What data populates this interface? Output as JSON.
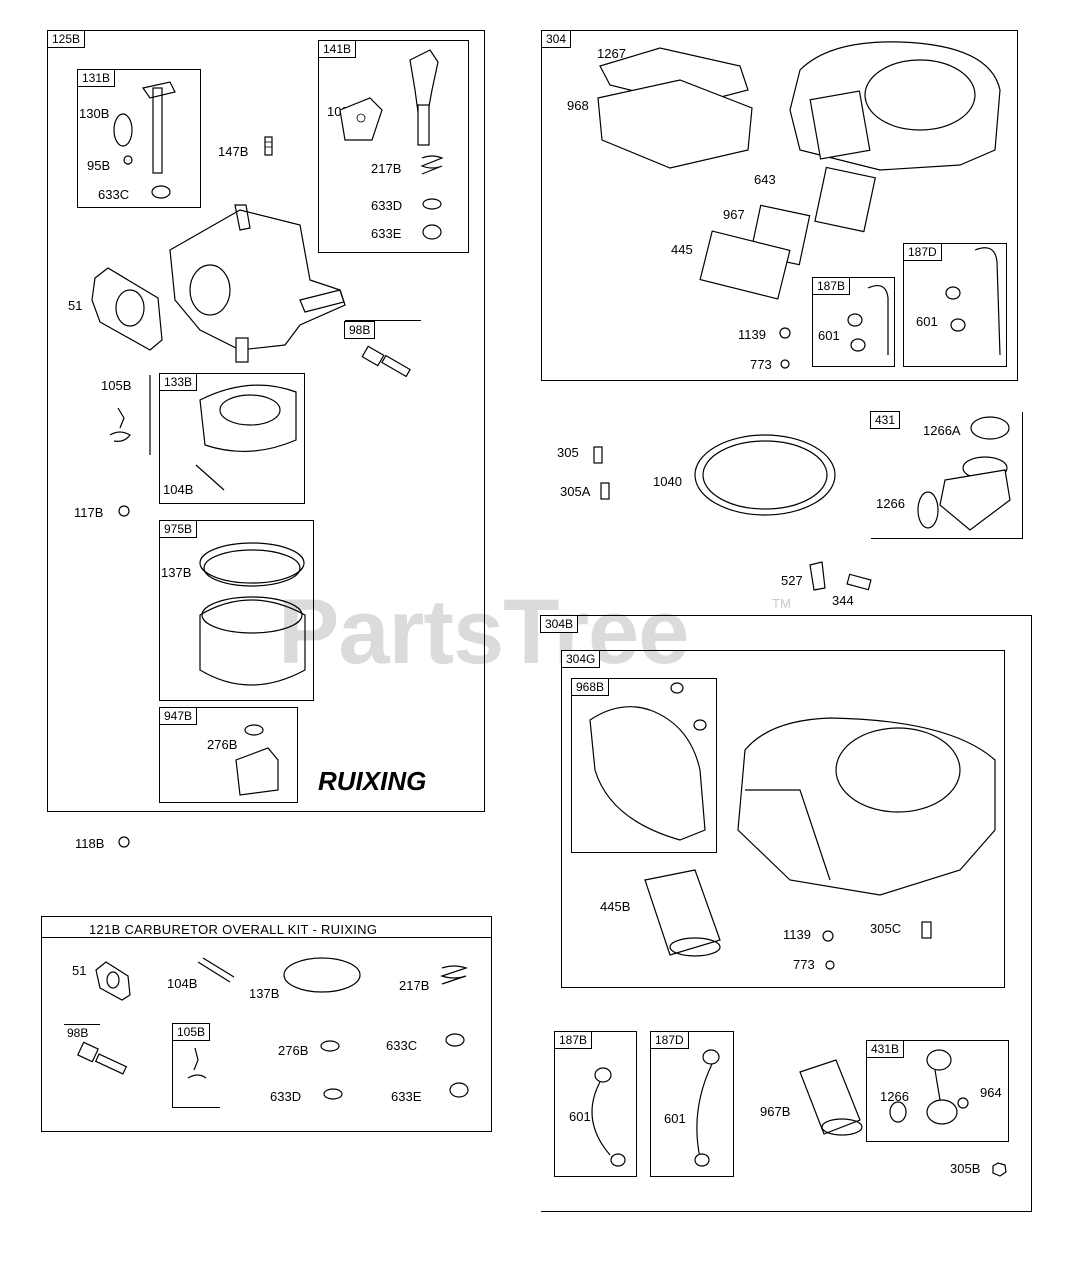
{
  "watermark": {
    "text": "PartsTree",
    "tm": "TM"
  },
  "brand_text": "RUIXING",
  "kit": {
    "title": "121B CARBURETOR OVERALL KIT - RUIXING"
  },
  "tags": {
    "t125B": "125B",
    "t131B": "131B",
    "t141B": "141B",
    "t98B": "98B",
    "t133B": "133B",
    "t975B": "975B",
    "t947B": "947B",
    "t304": "304",
    "t187B_a": "187B",
    "t187D_a": "187D",
    "t431": "431",
    "t304B": "304B",
    "t304G": "304G",
    "t968B": "968B",
    "t187B_b": "187B",
    "t187D_b": "187D",
    "t431B": "431B",
    "t98B_kit": "98B",
    "t105B_kit": "105B"
  },
  "labels": {
    "l130B": "130B",
    "l95B": "95B",
    "l633C": "633C",
    "l147B": "147B",
    "l108B": "108B",
    "l217B": "217B",
    "l633D": "633D",
    "l633E": "633E",
    "l51": "51",
    "l105B": "105B",
    "l104B": "104B",
    "l117B": "117B",
    "l137B": "137B",
    "l276B": "276B",
    "l118B": "118B",
    "l1267": "1267",
    "l968": "968",
    "l643": "643",
    "l967": "967",
    "l445": "445",
    "l1139": "1139",
    "l773": "773",
    "l601a": "601",
    "l601b": "601",
    "l305": "305",
    "l305A": "305A",
    "l1040": "1040",
    "l1266A": "1266A",
    "l1266": "1266",
    "l527": "527",
    "l344": "344",
    "l445B": "445B",
    "l1139b": "1139",
    "l773b": "773",
    "l305C": "305C",
    "l601c": "601",
    "l601d": "601",
    "l967B": "967B",
    "l1266b": "1266",
    "l964": "964",
    "l305B": "305B",
    "k51": "51",
    "k104B": "104B",
    "k137B": "137B",
    "k217B": "217B",
    "k276B": "276B",
    "k633C": "633C",
    "k633D": "633D",
    "k633E": "633E"
  },
  "icons": [
    "carburetor-drawing",
    "blower-housing-drawing",
    "air-filter-drawing",
    "fuel-line-drawing"
  ]
}
